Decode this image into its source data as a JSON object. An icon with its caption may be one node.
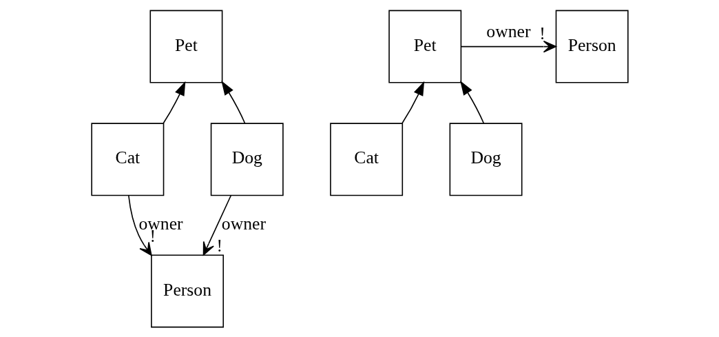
{
  "diagram": {
    "nodes": [
      {
        "text": [
          "Pet"
        ]
      },
      {
        "text": [
          "Cat"
        ]
      },
      {
        "text": [
          "Dog"
        ]
      },
      {
        "text": [
          "Person"
        ]
      },
      {
        "text": [
          "Pet"
        ]
      },
      {
        "text": [
          "Person"
        ]
      },
      {
        "text": [
          "Cat"
        ]
      },
      {
        "text": [
          "Dog"
        ]
      }
    ],
    "edges": [
      {
        "from": 1,
        "to": 0,
        "arrow": "to"
      },
      {
        "from": 2,
        "to": 0,
        "arrow": "to"
      },
      {
        "from": 1,
        "to": 3,
        "arrow": "to",
        "label": "owner"
      },
      {
        "from": 2,
        "to": 3,
        "arrow": "to",
        "label": "owner"
      },
      {
        "from": 4,
        "to": 5,
        "arrow": "to",
        "label": "owner"
      },
      {
        "from": 6,
        "to": 4,
        "arrow": "to"
      },
      {
        "from": 7,
        "to": 4,
        "arrow": "to"
      }
    ],
    "labels": [
      "!",
      "!",
      "!"
    ]
  }
}
